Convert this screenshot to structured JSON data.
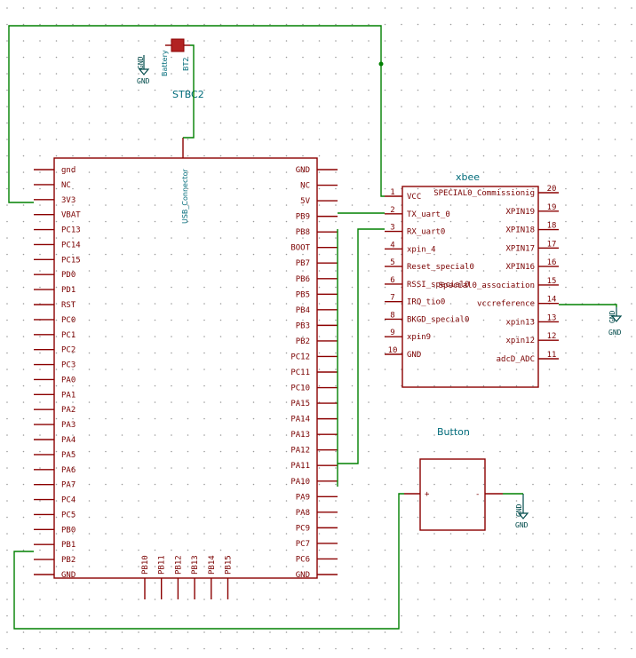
{
  "components": {
    "stm32": {
      "name": "USB_Connector",
      "left_pins": [
        "gnd",
        "NC",
        "3V3",
        "VBAT",
        "PC13",
        "PC14",
        "PC15",
        "PD0",
        "PD1",
        "RST",
        "PC0",
        "PC1",
        "PC2",
        "PC3",
        "PA0",
        "PA1",
        "PA2",
        "PA3",
        "PA4",
        "PA5",
        "PA6",
        "PA7",
        "PC4",
        "PC5",
        "PB0",
        "PB1",
        "PB2",
        "GND"
      ],
      "right_pins": [
        "GND",
        "NC",
        "5V",
        "PB9",
        "PB8",
        "BOOT",
        "PB7",
        "PB6",
        "PB5",
        "PB4",
        "PB3",
        "PB2",
        "PC12",
        "PC11",
        "PC10",
        "PA15",
        "PA14",
        "PA13",
        "PA12",
        "PA11",
        "PA10",
        "PA9",
        "PA8",
        "PC9",
        "PC7",
        "PC6",
        "GND"
      ],
      "bottom_pins": [
        "PB10",
        "PB11",
        "PB12",
        "PB13",
        "PB14",
        "PB15"
      ]
    },
    "xbee": {
      "ref": "xbee",
      "left_pins": [
        {
          "num": "1",
          "name": "VCC"
        },
        {
          "num": "2",
          "name": "TX_uart_0"
        },
        {
          "num": "3",
          "name": "RX_uart0"
        },
        {
          "num": "4",
          "name": "xpin_4"
        },
        {
          "num": "5",
          "name": "Reset_special0"
        },
        {
          "num": "6",
          "name": "RSSI_special0"
        },
        {
          "num": "7",
          "name": "IRQ_tio0"
        },
        {
          "num": "8",
          "name": "BKGD_special0"
        },
        {
          "num": "9",
          "name": "xpin9"
        },
        {
          "num": "10",
          "name": "GND"
        }
      ],
      "right_pins": [
        {
          "num": "20",
          "name": "SPECIAL0_Commissionig"
        },
        {
          "num": "19",
          "name": "XPIN19"
        },
        {
          "num": "18",
          "name": "XPIN18"
        },
        {
          "num": "17",
          "name": "XPIN17"
        },
        {
          "num": "16",
          "name": "XPIN16"
        },
        {
          "num": "15",
          "name": "Special0_association"
        },
        {
          "num": "14",
          "name": "vccreference"
        },
        {
          "num": "13",
          "name": "xpin13"
        },
        {
          "num": "12",
          "name": "xpin12"
        },
        {
          "num": "11",
          "name": "adcD_ADC"
        }
      ]
    },
    "battery": {
      "ref": "BT2",
      "value": "Battery",
      "extra": "STBC2"
    },
    "button": {
      "ref": "Button",
      "pin_plus": "+",
      "pin_minus": "-"
    }
  },
  "gnd_labels": {
    "battery": "GND",
    "xbee": "GND",
    "button": "GND"
  }
}
